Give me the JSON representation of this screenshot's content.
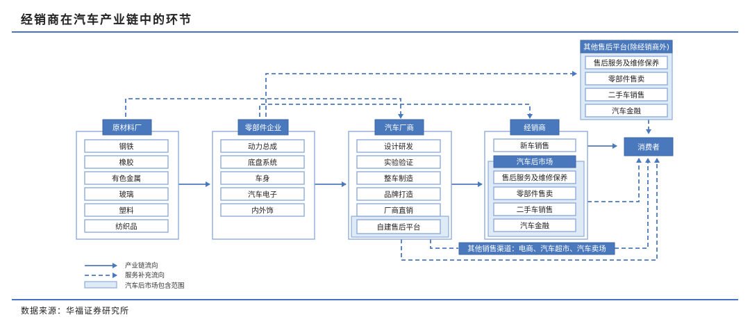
{
  "title": "经销商在汽车产业链中的环节",
  "source": "数据来源：华福证券研究所",
  "colors": {
    "accent": "#4a78bd",
    "border": "#8eaadb",
    "aftermarket_fill": "#deebf7"
  },
  "stages": [
    {
      "name": "原材料厂",
      "items": [
        "钢铁",
        "橡胶",
        "有色金属",
        "玻璃",
        "塑料",
        "纺织品"
      ]
    },
    {
      "name": "零部件企业",
      "items": [
        "动力总成",
        "底盘系统",
        "车身",
        "汽车电子",
        "内外饰"
      ]
    },
    {
      "name": "汽车厂商",
      "items": [
        "设计研发",
        "实验验证",
        "整车制造",
        "品牌打造",
        "厂商直销"
      ],
      "aftermarket_item": "自建售后平台"
    },
    {
      "name": "经销商",
      "items": [
        "新车销售"
      ],
      "aftermarket": {
        "name": "汽车后市场",
        "items": [
          "售后服务及维修保养",
          "零部件售卖",
          "二手车销售",
          "汽车金融"
        ]
      }
    }
  ],
  "other_platform": {
    "name": "其他售后平台(除经销商外)",
    "items": [
      "售后服务及维修保养",
      "零部件售卖",
      "二手车销售",
      "汽车金融"
    ]
  },
  "consumer": "消费者",
  "other_channels": "其他销售渠道：电商、汽车超市、汽车卖场",
  "legend": [
    {
      "type": "solid-arrow",
      "label": "产业链流向"
    },
    {
      "type": "dashed-arrow",
      "label": "服务补充流向"
    },
    {
      "type": "shaded-box",
      "label": "汽车后市场包含范围"
    }
  ]
}
